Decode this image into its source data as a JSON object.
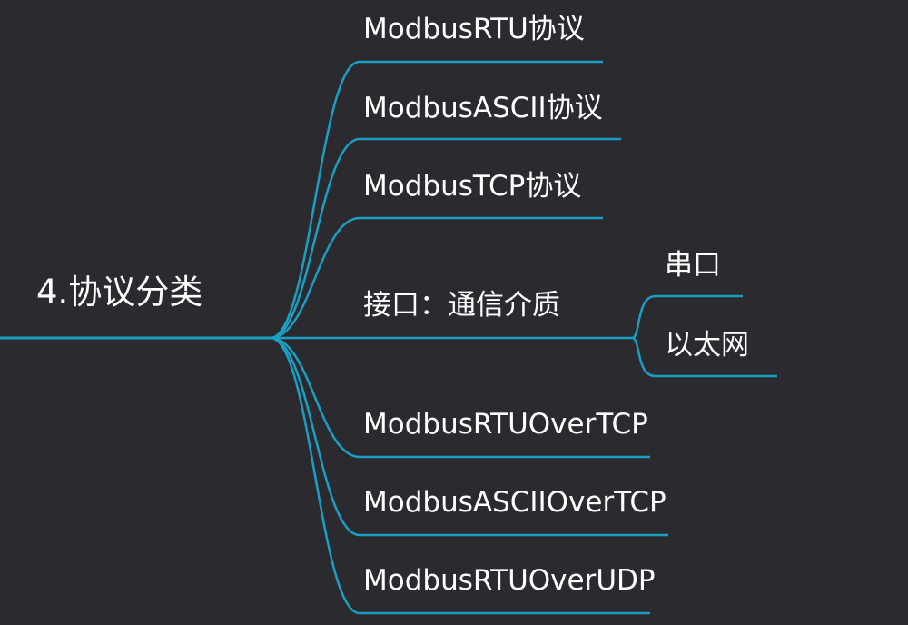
{
  "mindmap": {
    "root": {
      "label": "4.协议分类"
    },
    "branches": [
      {
        "label": "ModbusRTU协议"
      },
      {
        "label": "ModbusASCII协议"
      },
      {
        "label": "ModbusTCP协议"
      },
      {
        "label": "接口：通信介质",
        "children": [
          {
            "label": "串口"
          },
          {
            "label": "以太网"
          }
        ]
      },
      {
        "label": "ModbusRTUOverTCP"
      },
      {
        "label": "ModbusASCIIOverTCP"
      },
      {
        "label": "ModbusRTUOverUDP"
      }
    ]
  },
  "colors": {
    "background": "#2b2a2f",
    "connector": "#1a9fc4",
    "text": "#ffffff"
  }
}
